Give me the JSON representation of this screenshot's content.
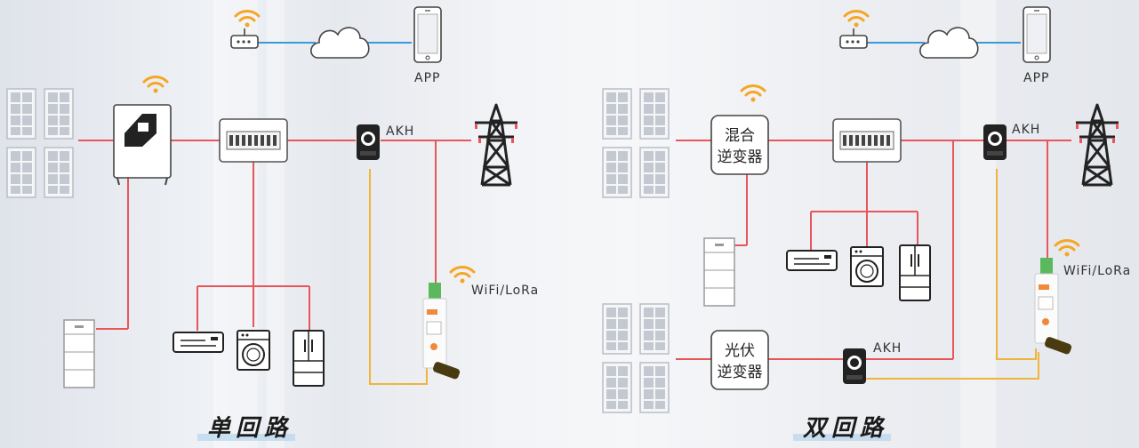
{
  "colors": {
    "power_line": "#e8565c",
    "data_line": "#f0b43c",
    "net_line": "#3a9ad9",
    "wifi": "#f5a623",
    "meter_green": "#4caf50"
  },
  "left": {
    "title": "单回路",
    "app_label": "APP",
    "meter_label": "AKH",
    "gateway_label": "WiFi/LoRa"
  },
  "right": {
    "title": "双回路",
    "app_label": "APP",
    "hybrid_inverter": [
      "混合",
      "逆变器"
    ],
    "pv_inverter": [
      "光伏",
      "逆变器"
    ],
    "meter_label_top": "AKH",
    "meter_label_bottom": "AKH",
    "gateway_label": "WiFi/LoRa"
  },
  "icons": [
    "solar-panel-icon",
    "inverter-icon",
    "distribution-box-icon",
    "current-transformer-icon",
    "transmission-tower-icon",
    "router-icon",
    "cloud-icon",
    "phone-icon",
    "battery-icon",
    "air-conditioner-icon",
    "washing-machine-icon",
    "refrigerator-icon",
    "gateway-icon",
    "wifi-icon"
  ]
}
